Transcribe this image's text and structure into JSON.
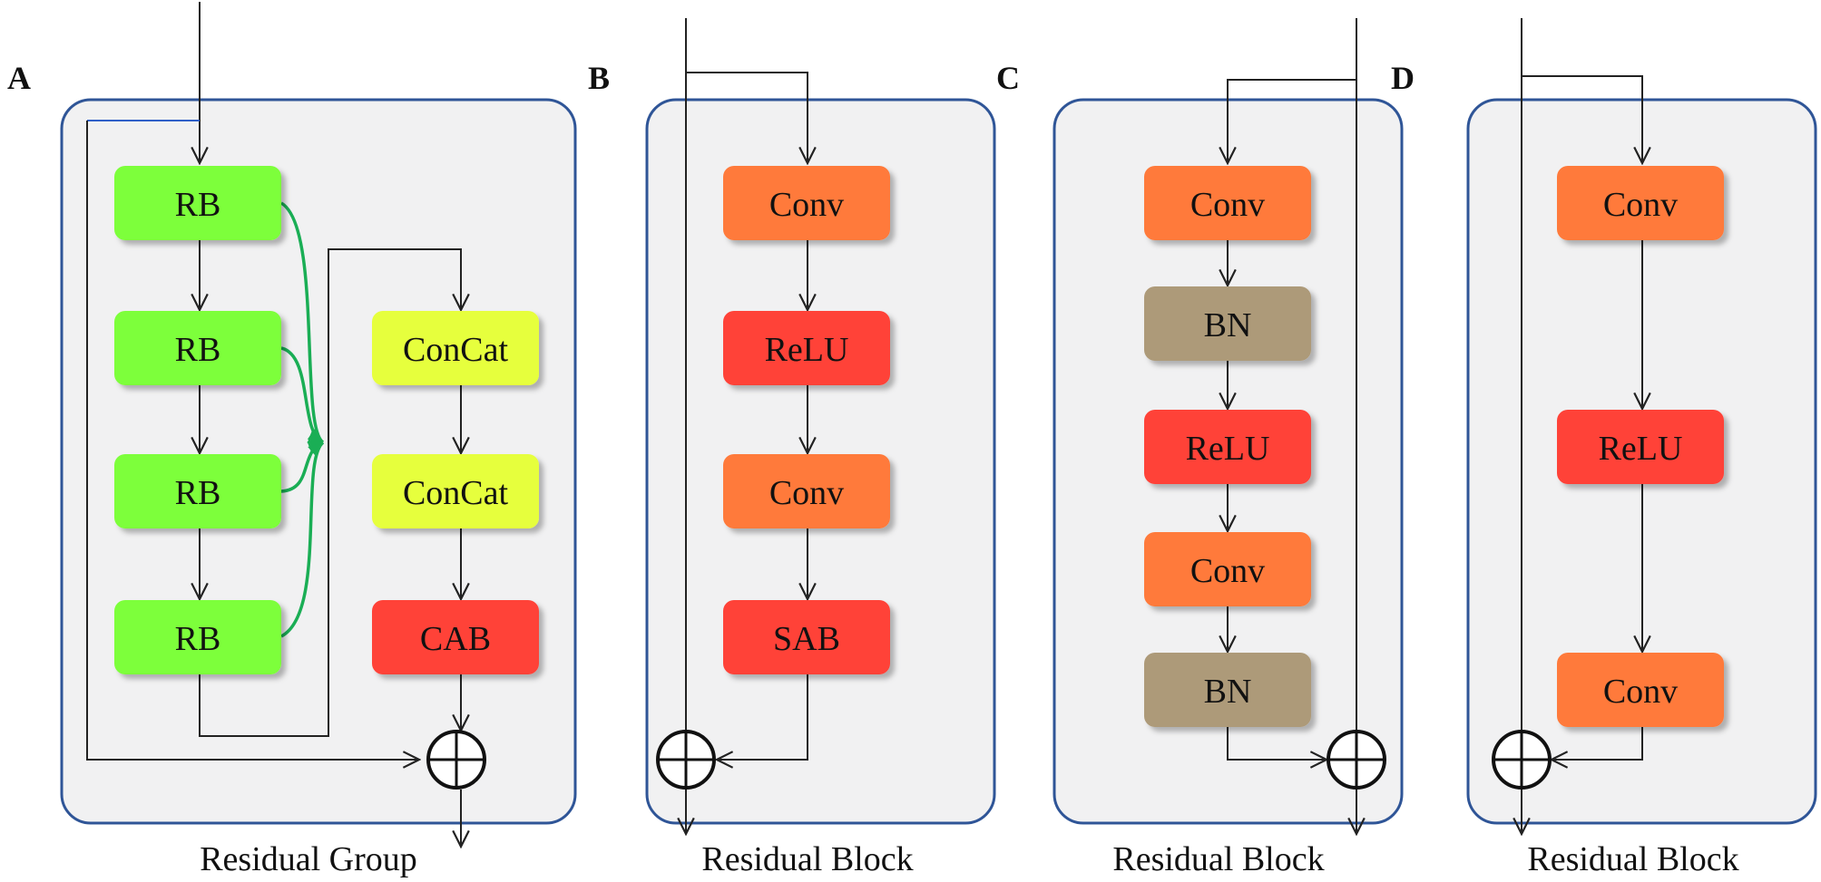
{
  "panels": [
    {
      "letter": "A",
      "caption": "Residual Group"
    },
    {
      "letter": "B",
      "caption": "Residual Block"
    },
    {
      "letter": "C",
      "caption": "Residual Block"
    },
    {
      "letter": "D",
      "caption": "Residual Block"
    }
  ],
  "panel_a": {
    "rb": [
      "RB",
      "RB",
      "RB",
      "RB"
    ],
    "concat_1": "ConCat",
    "concat_2": "ConCat",
    "cab": "CAB"
  },
  "panel_b": {
    "conv_1": "Conv",
    "relu": "ReLU",
    "conv_2": "Conv",
    "sab": "SAB"
  },
  "panel_c": {
    "conv_1": "Conv",
    "bn_1": "BN",
    "relu": "ReLU",
    "conv_2": "Conv",
    "bn_2": "BN"
  },
  "panel_d": {
    "conv_1": "Conv",
    "relu": "ReLU",
    "conv_2": "Conv"
  },
  "colors": {
    "panel_fill": "#f1f1f2",
    "panel_border": "#2f5597",
    "rb": "#7dff3b",
    "concat": "#e6ff3c",
    "conv": "#ff7a3a",
    "relu": "#ff4238",
    "bn": "#ad9a79",
    "skip_connection": "#1aae55"
  }
}
